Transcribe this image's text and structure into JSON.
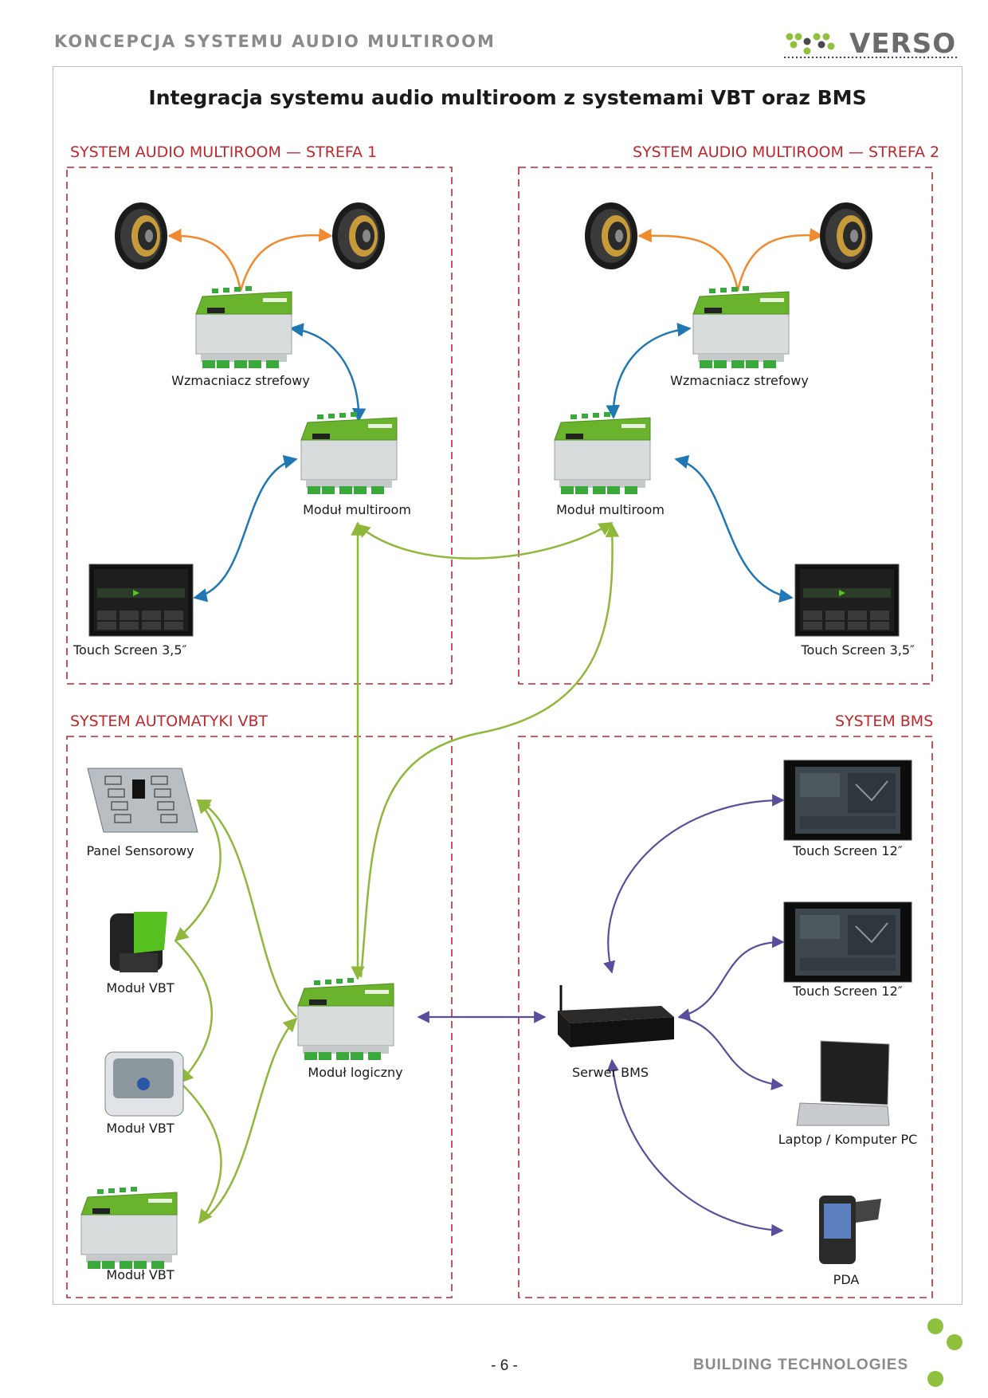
{
  "header": {
    "doc_title": "KONCEPCJA SYSTEMU AUDIO MULTIROOM",
    "logo": "VERSO"
  },
  "diagram": {
    "title": "Integracja systemu audio multiroom z systemami VBT oraz BMS",
    "sections": {
      "zone1": "SYSTEM AUDIO MULTIROOM — STREFA 1",
      "zone2": "SYSTEM AUDIO MULTIROOM — STREFA 2",
      "vbt": "SYSTEM AUTOMATYKI VBT",
      "bms": "SYSTEM BMS"
    },
    "devices": {
      "amp1": "Wzmacniacz strefowy",
      "amp2": "Wzmacniacz strefowy",
      "multiroom1": "Moduł multiroom",
      "multiroom2": "Moduł multiroom",
      "touch1": "Touch Screen 3,5″",
      "touch2": "Touch Screen 3,5″",
      "panel": "Panel Sensorowy",
      "vbt1": "Moduł VBT",
      "vbt2": "Moduł VBT",
      "vbt3": "Moduł VBT",
      "logic": "Moduł logiczny",
      "server": "Serwer BMS",
      "ts12a": "Touch Screen 12″",
      "ts12b": "Touch Screen 12″",
      "laptop": "Laptop / Komputer PC",
      "pda": "PDA"
    },
    "colors": {
      "speaker_link": "#ef8a2e",
      "audio_link": "#1f78b4",
      "vbt_link": "#8fb83a",
      "bms_link": "#5a4e9c",
      "section_border": "#c0272d",
      "device_green": "#6ab42d"
    }
  },
  "footer": {
    "page": "- 6 -",
    "company": "BUILDING TECHNOLOGIES"
  }
}
